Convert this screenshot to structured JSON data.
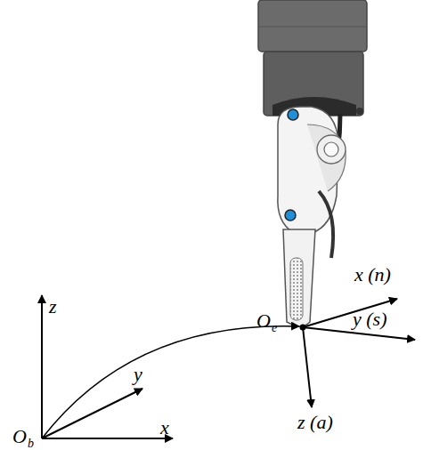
{
  "diagram": {
    "labels": [
      "z",
      "y",
      "x",
      "O",
      "b",
      "x (n)",
      "y (s)",
      "z (a)",
      "O",
      "e"
    ]
  }
}
